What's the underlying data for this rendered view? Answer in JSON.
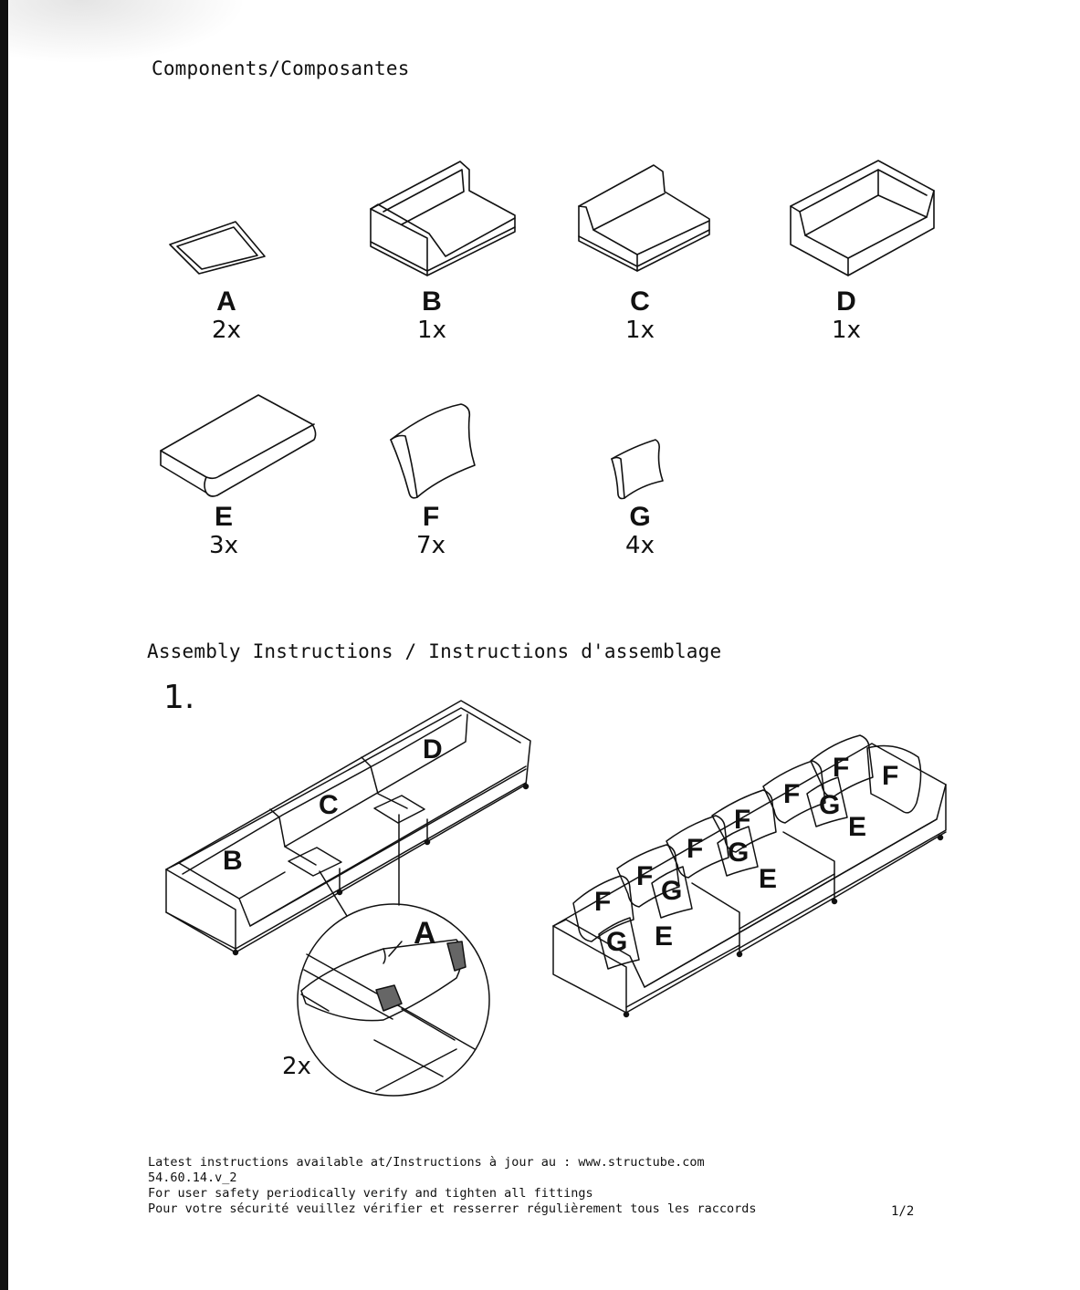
{
  "components_title": "Components/Composantes",
  "components": [
    {
      "letter": "A",
      "qty": "2x",
      "icon": "connector-plate-icon"
    },
    {
      "letter": "B",
      "qty": "1x",
      "icon": "left-arm-module-icon"
    },
    {
      "letter": "C",
      "qty": "1x",
      "icon": "armless-module-icon"
    },
    {
      "letter": "D",
      "qty": "1x",
      "icon": "corner-module-icon"
    },
    {
      "letter": "E",
      "qty": "3x",
      "icon": "seat-cushion-icon"
    },
    {
      "letter": "F",
      "qty": "7x",
      "icon": "back-cushion-icon"
    },
    {
      "letter": "G",
      "qty": "4x",
      "icon": "throw-pillow-icon"
    }
  ],
  "assembly_title": "Assembly Instructions / Instructions d'assemblage",
  "step": {
    "number": "1.",
    "left_labels": [
      "B",
      "C",
      "D"
    ],
    "detail_label": "A",
    "detail_qty": "2x",
    "right_labels": {
      "F": "F",
      "G": "G",
      "E": "E"
    }
  },
  "footer": {
    "line1": "Latest instructions available at/Instructions à jour au : www.structube.com",
    "line2": "54.60.14.v_2",
    "line3": "For user safety periodically verify and tighten all fittings",
    "line4": "Pour votre sécurité veuillez vérifier et resserrer régulièrement tous les raccords",
    "page": "1/2"
  }
}
